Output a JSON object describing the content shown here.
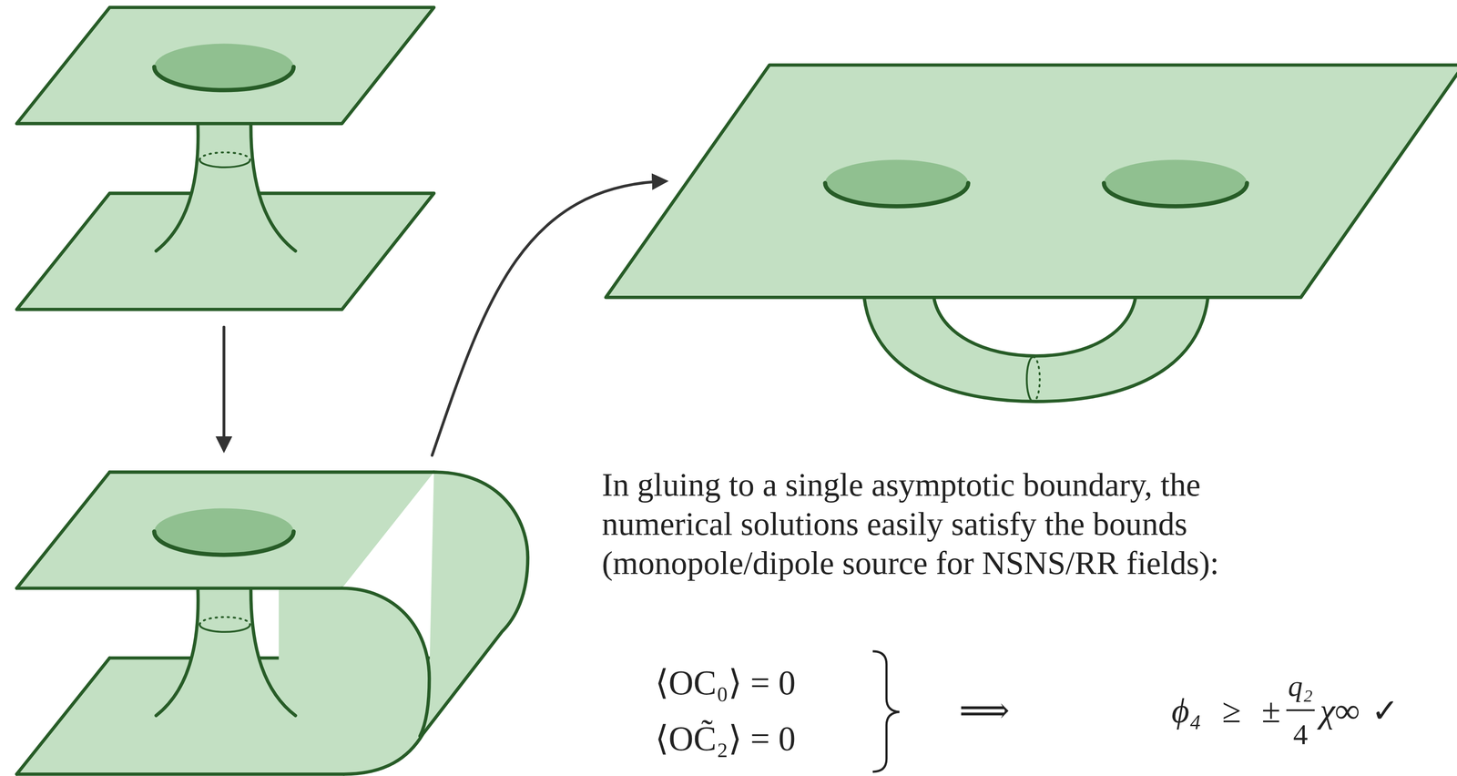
{
  "diagram": {
    "labels": [
      "In gluing to a single asymptotic boundary, the numerical solutions easily satisfy the bounds (monopole/dipole source for NSNS/RR fields):",
      "⟨OC₀⟩ = 0",
      "⟨OC̃₂⟩ = 0",
      "⟹",
      "ϕ₄ ≥ ±",
      "q₂",
      "4",
      "χ∞",
      "✓"
    ]
  }
}
